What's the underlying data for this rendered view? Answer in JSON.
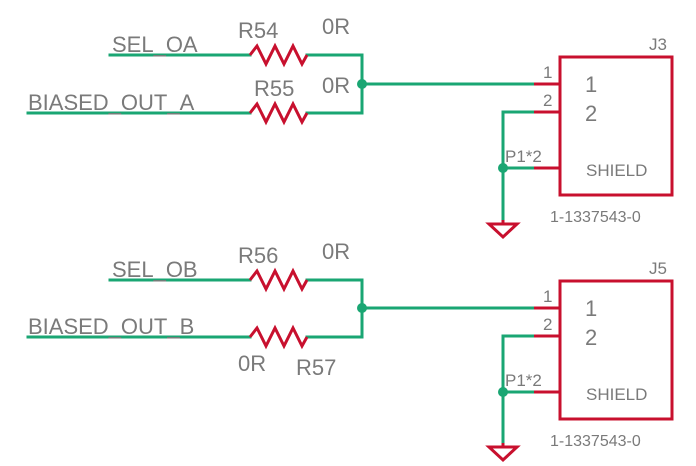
{
  "section_a": {
    "net_sel": "SEL_OA",
    "net_biased": "BIASED_OUT_A",
    "r_top": {
      "ref": "R54",
      "value": "0R"
    },
    "r_bottom": {
      "ref": "R55",
      "value": "0R"
    },
    "connector": {
      "ref": "J3",
      "part_number": "1-1337543-0",
      "pin1_num": "1",
      "pin1_name": "1",
      "pin2_num": "2",
      "pin2_name": "2",
      "shield_num": "P1*2",
      "shield_name": "SHIELD"
    }
  },
  "section_b": {
    "net_sel": "SEL_OB",
    "net_biased": "BIASED_OUT_B",
    "r_top": {
      "ref": "R56",
      "value": "0R"
    },
    "r_bottom": {
      "ref": "R57",
      "value": "0R"
    },
    "connector": {
      "ref": "J5",
      "part_number": "1-1337543-0",
      "pin1_num": "1",
      "pin1_name": "1",
      "pin2_num": "2",
      "pin2_name": "2",
      "shield_num": "P1*2",
      "shield_name": "SHIELD"
    }
  },
  "colors": {
    "wire": "#1aa673",
    "part": "#c8102e",
    "text": "#7a7a7a"
  }
}
